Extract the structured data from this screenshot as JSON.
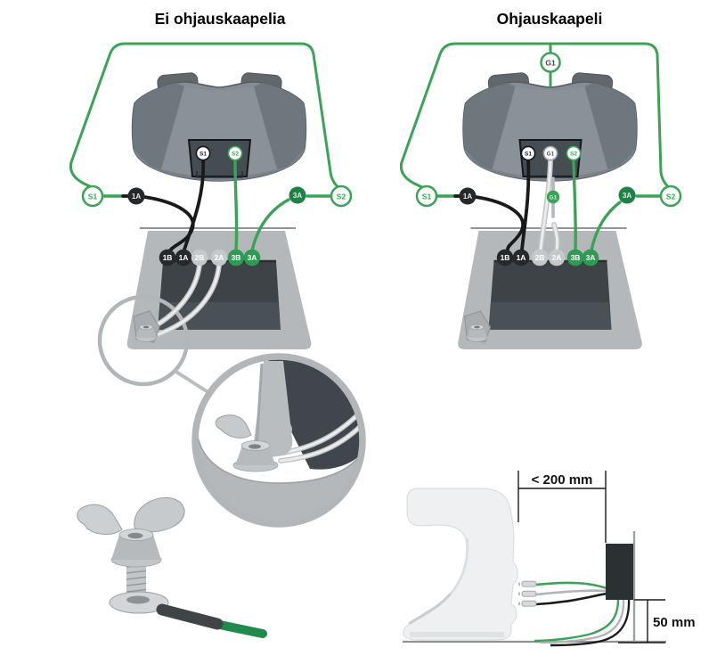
{
  "diagram_left": {
    "title": "Ei ohjauskaapelia",
    "sensor_left": "S1",
    "sensor_right": "S2",
    "wire_1a": "1A",
    "wire_3a": "3A",
    "panel_s1": "S1",
    "panel_s2": "S2",
    "terminals": [
      "1B",
      "1A",
      "2B",
      "2A",
      "3B",
      "3A"
    ]
  },
  "diagram_right": {
    "title": "Ohjauskaapeli",
    "guide_top": "G1",
    "sensor_left": "S1",
    "sensor_right": "S2",
    "wire_1a": "1A",
    "wire_3a": "3A",
    "wire_g1": "G1",
    "panel_s1": "S1",
    "panel_g1": "G1",
    "panel_s2": "S2",
    "terminals": [
      "1B",
      "1A",
      "2B",
      "2A",
      "3B",
      "3A"
    ]
  },
  "mounting": {
    "max_distance": "< 200 mm",
    "min_height": "50 mm"
  },
  "colors": {
    "wire_green": "#3aa356",
    "wire_black": "#1a1a1a",
    "wire_white": "#ececec",
    "terminal_black": "#26292c",
    "terminal_light": "#c6c9ca",
    "terminal_green": "#2e9b53",
    "dark_green": "#1e8146",
    "device_gray": "#858d93",
    "plate_gray": "#b4b8bb",
    "box_gray": "#3e4347",
    "bracket_gray": "#eef0f1",
    "junction_box_black": "#2b3033"
  }
}
